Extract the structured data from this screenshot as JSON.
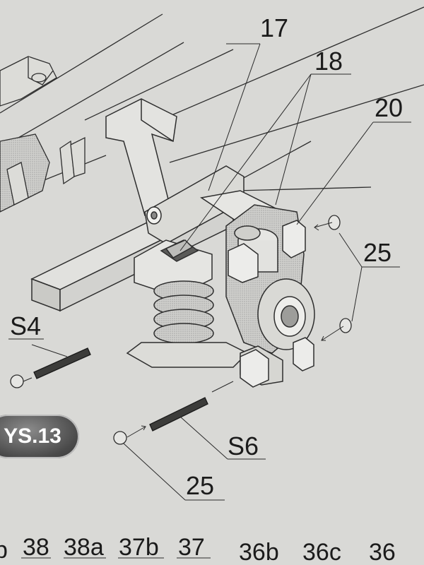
{
  "callouts": {
    "c17": "17",
    "c18": "18",
    "c20": "20",
    "c25_right": "25",
    "c25_bottom": "25",
    "s4": "S4",
    "s6": "S6"
  },
  "badge": "YS.13",
  "bottom_numbers": [
    "b",
    "38",
    "38a",
    "37b",
    "37",
    "36b",
    "36c",
    "36"
  ],
  "colors": {
    "paper": "#d9d9d6",
    "line": "#2a2a2a",
    "badge": "#555555"
  }
}
